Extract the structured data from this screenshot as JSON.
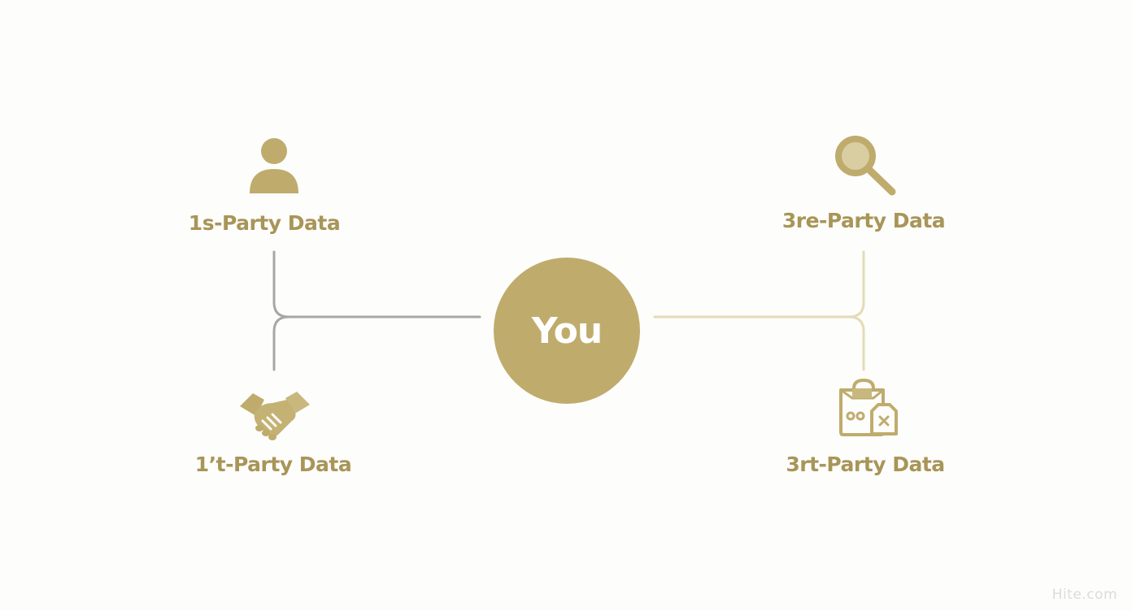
{
  "diagram": {
    "center": {
      "label": "You"
    },
    "nodes": [
      {
        "label": "1s-Party Data",
        "icon": "person-icon"
      },
      {
        "label": "1’t-Party Data",
        "icon": "handshake-icon"
      },
      {
        "label": "3re-Party Data",
        "icon": "magnifier-icon"
      },
      {
        "label": "3rt-Party Data",
        "icon": "shopping-bags-icon"
      }
    ]
  },
  "colors": {
    "accent": "#bfac6d",
    "label": "#a89558",
    "left_connector": "#a7a7a7",
    "right_connector": "#e4dbb8"
  },
  "watermark": "Hite.com"
}
